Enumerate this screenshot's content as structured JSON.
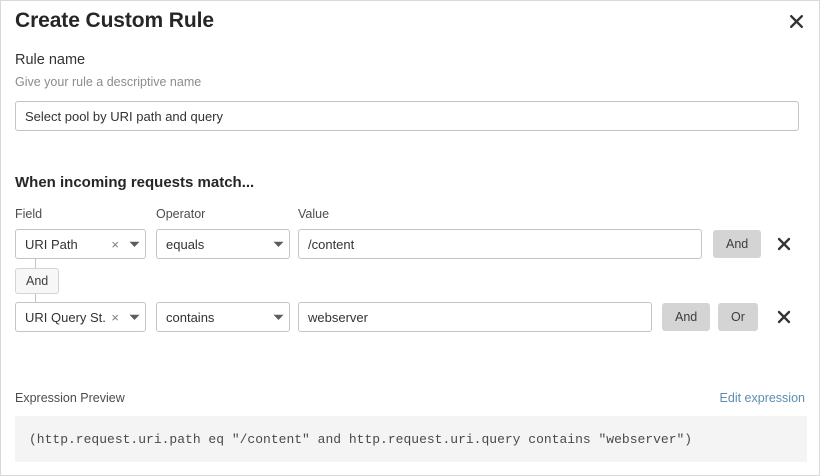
{
  "dialog": {
    "title": "Create Custom Rule",
    "close_icon": "close-icon"
  },
  "rule_name": {
    "label": "Rule name",
    "help": "Give your rule a descriptive name",
    "value": "Select pool by URI path and query",
    "placeholder": ""
  },
  "match_section": {
    "heading": "When incoming requests match...",
    "columns": {
      "field": "Field",
      "operator": "Operator",
      "value": "Value"
    },
    "connector": {
      "label": "And"
    },
    "rows": [
      {
        "field": "URI Path",
        "operator": "equals",
        "value": "/content",
        "value_placeholder": "",
        "and_label": "And",
        "or_label": "",
        "clear_icon": "clear-x-icon",
        "caret_icon": "chevron-down-icon",
        "delete_icon": "delete-x-icon"
      },
      {
        "field": "URI Query St...",
        "operator": "contains",
        "value": "webserver",
        "value_placeholder": "",
        "and_label": "And",
        "or_label": "Or",
        "clear_icon": "clear-x-icon",
        "caret_icon": "chevron-down-icon",
        "delete_icon": "delete-x-icon"
      }
    ]
  },
  "expression_preview": {
    "label": "Expression Preview",
    "edit_link": "Edit expression",
    "expression": "(http.request.uri.path eq \"/content\" and http.request.uri.query contains \"webserver\")"
  },
  "colors": {
    "link": "#5b8fb0",
    "logic_button_bg": "#d4d4d4",
    "preview_bg": "#f4f4f4",
    "border": "#c4c4c4"
  }
}
